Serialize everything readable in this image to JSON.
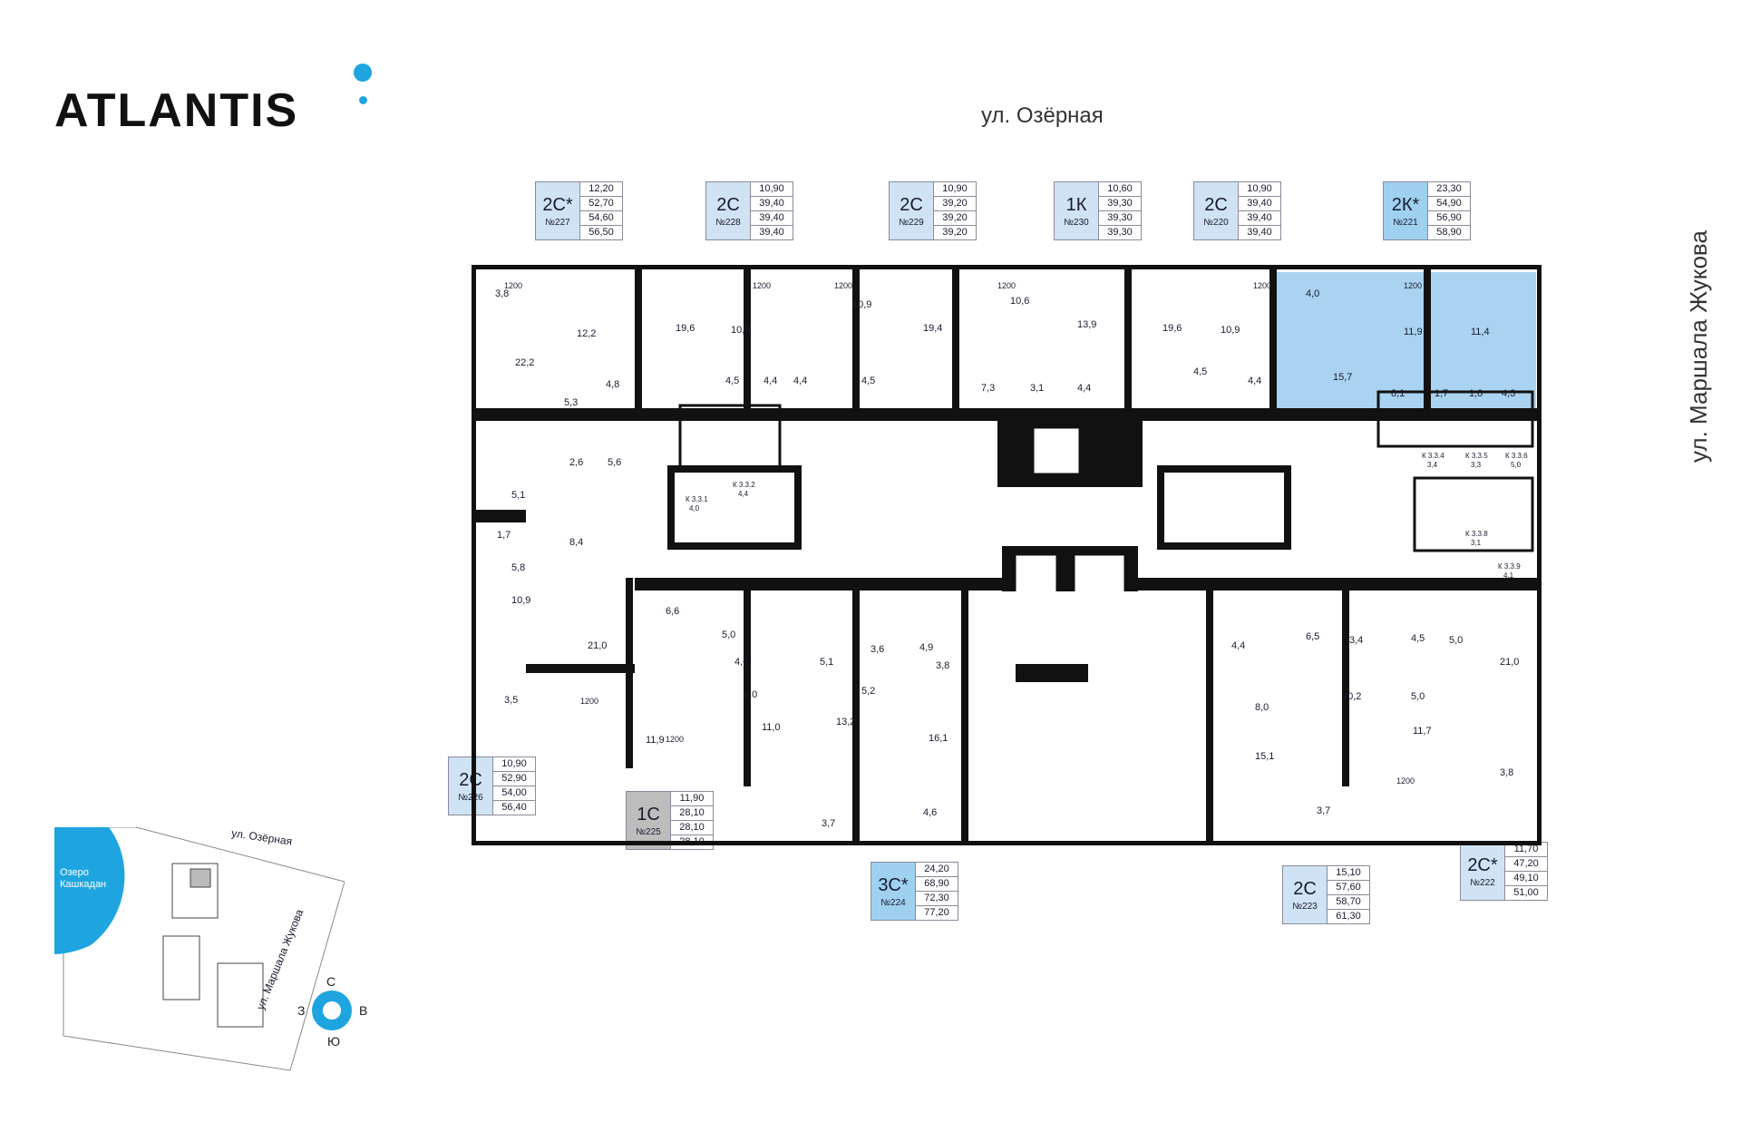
{
  "brand": "ATLANTIS",
  "street_top": "ул. Озёрная",
  "street_right": "ул. Маршала Жукова",
  "accent_color": "#1ea5df",
  "selected_color": "#9fd0f0",
  "apartments": [
    {
      "type": "2С*",
      "num": "№227",
      "areas": [
        "12,20",
        "52,70",
        "54,60",
        "56,50"
      ],
      "style": "blue"
    },
    {
      "type": "2С",
      "num": "№228",
      "areas": [
        "10,90",
        "39,40",
        "39,40",
        "39,40"
      ],
      "style": "blue"
    },
    {
      "type": "2С",
      "num": "№229",
      "areas": [
        "10,90",
        "39,20",
        "39,20",
        "39,20"
      ],
      "style": "blue"
    },
    {
      "type": "1К",
      "num": "№230",
      "areas": [
        "10,60",
        "39,30",
        "39,30",
        "39,30"
      ],
      "style": "blue"
    },
    {
      "type": "2С",
      "num": "№220",
      "areas": [
        "10,90",
        "39,40",
        "39,40",
        "39,40"
      ],
      "style": "blue"
    },
    {
      "type": "2К*",
      "num": "№221",
      "areas": [
        "23,30",
        "54,90",
        "56,90",
        "58,90"
      ],
      "style": "sel"
    },
    {
      "type": "2С",
      "num": "№226",
      "areas": [
        "10,90",
        "52,90",
        "54,00",
        "56,40"
      ],
      "style": "blue"
    },
    {
      "type": "1С",
      "num": "№225",
      "areas": [
        "11,90",
        "28,10",
        "28,10",
        "28,10"
      ],
      "style": "grey"
    },
    {
      "type": "3С*",
      "num": "№224",
      "areas": [
        "24,20",
        "68,90",
        "72,30",
        "77,20"
      ],
      "style": "sel"
    },
    {
      "type": "2С",
      "num": "№223",
      "areas": [
        "15,10",
        "57,60",
        "58,70",
        "61,30"
      ],
      "style": "blue"
    },
    {
      "type": "2С*",
      "num": "№222",
      "areas": [
        "11,70",
        "47,20",
        "49,10",
        "51,00"
      ],
      "style": "blue"
    }
  ],
  "room_labels": [
    "3,8",
    "12,2",
    "19,6",
    "10,9",
    "10,9",
    "19,4",
    "10,6",
    "13,9",
    "19,6",
    "10,9",
    "4,0",
    "11,9",
    "11,4",
    "22,2",
    "4,8",
    "4,5",
    "4,4",
    "4,4",
    "4,5",
    "7,3",
    "3,1",
    "4,4",
    "4,5",
    "4,4",
    "15,7",
    "8,1",
    "1,7",
    "1,8",
    "4,3",
    "5,3",
    "2,6",
    "5,6",
    "5,1",
    "1,7",
    "8,4",
    "5,8",
    "10,9",
    "21,0",
    "3,5",
    "6,6",
    "5,0",
    "4,6",
    "5,1",
    "3,6",
    "4,9",
    "3,8",
    "6,0",
    "11,0",
    "5,2",
    "13,2",
    "16,1",
    "11,9",
    "3,7",
    "4,6",
    "4,4",
    "6,5",
    "3,4",
    "4,5",
    "5,0",
    "21,0",
    "8,0",
    "20,2",
    "5,0",
    "11,7",
    "15,1",
    "3,7",
    "3,8",
    "1200",
    "1200",
    "1200",
    "1200",
    "1200",
    "1200",
    "1200",
    "1200",
    "1200"
  ],
  "storage": [
    "К 3.3.1",
    "4,0",
    "К 3.3.2",
    "4,4",
    "К 3.3.4",
    "3,4",
    "К 3.3.5",
    "3,3",
    "К 3.3.6",
    "5,0",
    "К 3.3.8",
    "3,1",
    "К 3.3.9",
    "4,1"
  ],
  "minimap": {
    "street_a": "ул. Озёрная",
    "street_b": "ул. Маршала Жукова",
    "lake": "Озеро Кашкадан",
    "compass": {
      "n": "С",
      "s": "Ю",
      "w": "З",
      "e": "В"
    }
  }
}
